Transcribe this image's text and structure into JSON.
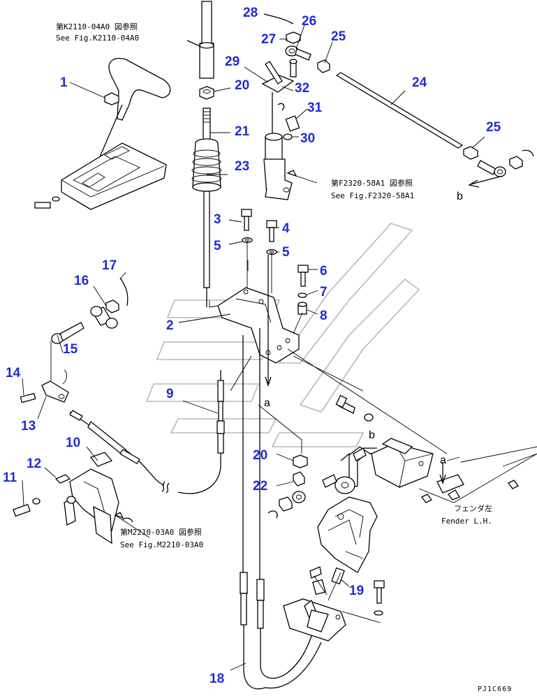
{
  "callouts": {
    "c1": "1",
    "c2": "2",
    "c3": "3",
    "c4": "4",
    "c5a": "5",
    "c5b": "5",
    "c6": "6",
    "c7": "7",
    "c8": "8",
    "c9": "9",
    "c10": "10",
    "c11": "11",
    "c12": "12",
    "c13": "13",
    "c14": "14",
    "c15": "15",
    "c16": "16",
    "c17": "17",
    "c18": "18",
    "c19": "19",
    "c20a": "20",
    "c20b": "20",
    "c21": "21",
    "c22": "22",
    "c23": "23",
    "c24": "24",
    "c25a": "25",
    "c25b": "25",
    "c26": "26",
    "c27": "27",
    "c28": "28",
    "c29": "29",
    "c30": "30",
    "c31": "31",
    "c32": "32"
  },
  "notes": {
    "ref_k2110_jp": "第K2110-04A0 図参照",
    "ref_k2110_en": "See Fig.K2110-04A0",
    "ref_f2320_jp": "第F2320-58A1 図参照",
    "ref_f2320_en": "See Fig.F2320-58A1",
    "ref_m2210_jp": "第M2210-03A0 図参照",
    "ref_m2210_en": "See Fig.M2210-03A0",
    "fender_jp": "フェンダ左",
    "fender_en": "Fender L.H."
  },
  "letters": {
    "a1": "a",
    "a2": "a",
    "b1": "b",
    "b2": "b"
  },
  "drawing_code": "PJ1C669"
}
